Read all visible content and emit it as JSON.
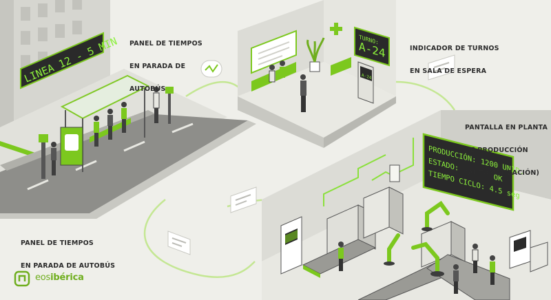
{
  "labels": {
    "bus_top": [
      "PANEL DE TIEMPOS",
      "EN PARADA DE",
      "AUTOBÚS"
    ],
    "waiting": [
      "INDICADOR DE TURNOS",
      "EN SALA DE ESPERA"
    ],
    "factory": [
      "PANTALLA EN PLANTA",
      "DE PRODUCCIÓN",
      "(AUTOMATIZACIÓN)"
    ],
    "bus_bottom": [
      "PANEL DE TIEMPOS",
      "EN PARADA DE AUTOBÚS"
    ]
  },
  "displays": {
    "bus_sign": "LINEA 12 - 5 MIN",
    "turn_title": "TURNO:",
    "turn_value": "A-24",
    "kiosk_value": "A-24",
    "factory_line1": "PRODUCCIÓN: 1200 UNID.",
    "factory_line2": "ESTADO:        OK",
    "factory_line3": "TIEMPO CICLO: 4.5 seg"
  },
  "logo": {
    "part1": "eos",
    "part2": "ibérica"
  },
  "colors": {
    "accent": "#7cc81e",
    "led": "#8cf03c",
    "wall": "#d8d8d2",
    "floor": "#e4e4de",
    "dark": "#3c3c3c"
  },
  "icons": [
    "cross-icon",
    "plant-icon",
    "wave-bubble-icon",
    "chat-bubble-icon",
    "logo-icon"
  ]
}
